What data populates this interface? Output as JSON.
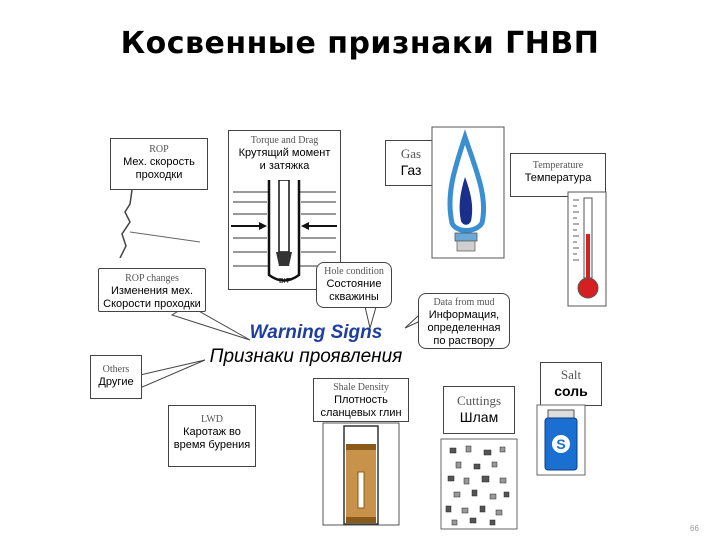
{
  "title": "Косвенные признаки ГНВП",
  "center": {
    "en": "Warning Signs",
    "ru": "Признаки проявления"
  },
  "rop": {
    "en": "ROP",
    "ru1": "Мех. скорость",
    "ru2": "проходки"
  },
  "torque": {
    "en": "Torque and Drag",
    "ru1": "Крутящий момент",
    "ru2": "и затяжка"
  },
  "bit_label": "BIT",
  "gas": {
    "en": "Gas",
    "ru": "Газ"
  },
  "temperature": {
    "en": "Temperature",
    "ru": "Температура"
  },
  "rop_changes": {
    "en": "ROP changes",
    "ru1": "Изменения мех.",
    "ru2": "Скорости проходки"
  },
  "hole": {
    "en": "Hole condition",
    "ru1": "Состояние",
    "ru2": "скважины"
  },
  "mud": {
    "en": "Data from mud",
    "ru1": "Информация,",
    "ru2": "определенная",
    "ru3": "по раствору"
  },
  "others": {
    "en": "Others",
    "ru": "Другие"
  },
  "shale": {
    "en": "Shale Density",
    "ru1": "Плотность",
    "ru2": "сланцевых глин"
  },
  "cuttings": {
    "en": "Cuttings",
    "ru": "Шлам"
  },
  "salt": {
    "en": "Salt",
    "ru": "соль",
    "can_letter": "S"
  },
  "lwd": {
    "en": "LWD",
    "ru1": "Каротаж во",
    "ru2": "время бурения"
  },
  "page_number": "66",
  "colors": {
    "flame_outer": "#3a8fd0",
    "flame_inner": "#1a2f8a",
    "thermo_red": "#d42020",
    "salt_blue": "#1a6fd0",
    "shale_brown": "#8a5a1a",
    "warn_blue": "#1f3fa0"
  }
}
